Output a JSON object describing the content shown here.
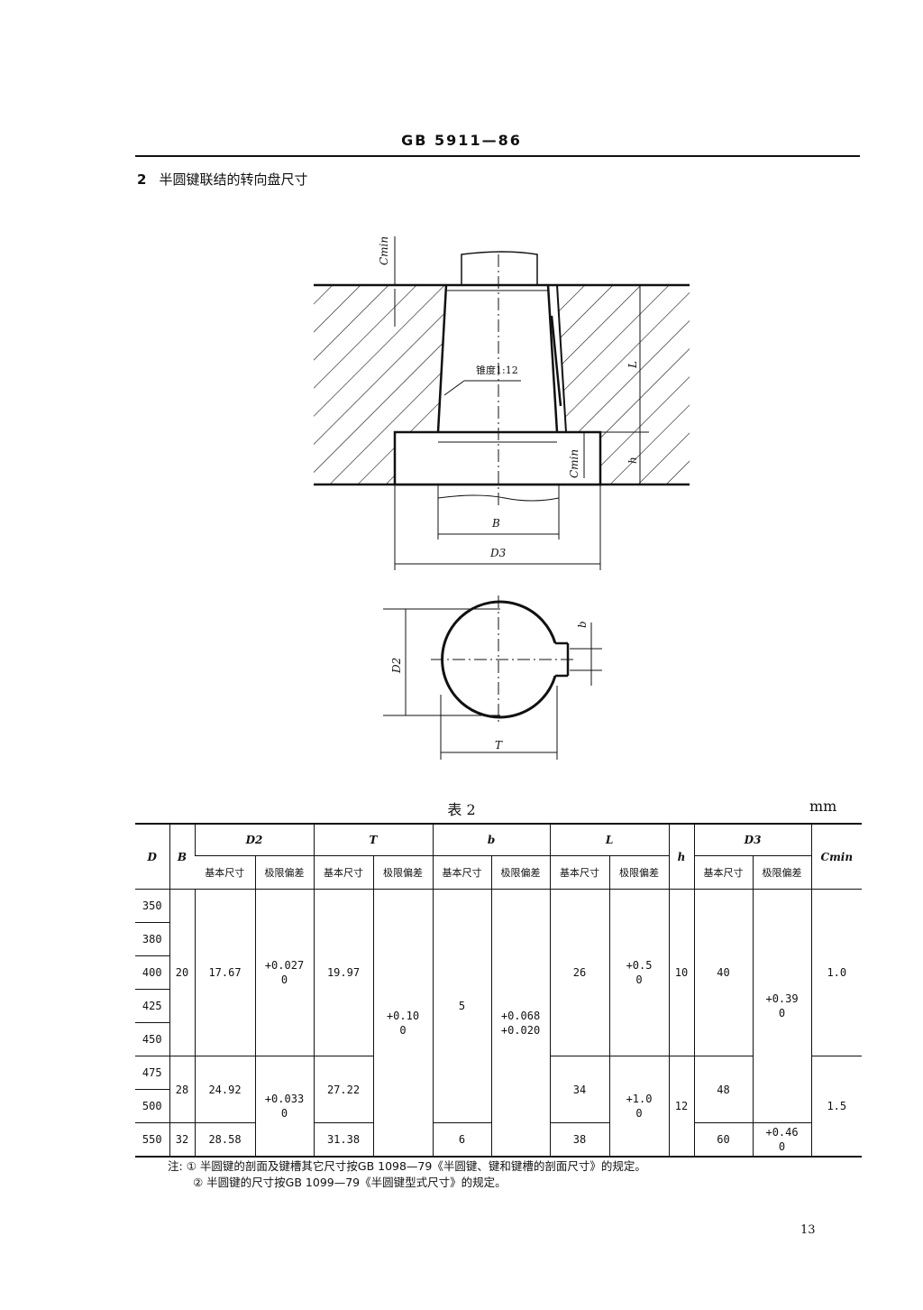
{
  "header": {
    "standard": "GB 5911—86"
  },
  "section": {
    "number": "2",
    "title": "半圆键联结的转向盘尺寸"
  },
  "figure": {
    "labels": {
      "cmin_top": "Cmin",
      "taper": "锥度1:12",
      "L": "L",
      "cmin_bottom": "Cmin",
      "h": "h",
      "B": "B",
      "D3": "D3",
      "D2": "D2",
      "b": "b",
      "T": "T"
    }
  },
  "table": {
    "caption": "表 2",
    "unit": "mm",
    "headers": {
      "D": "D",
      "B": "B",
      "D2": "D2",
      "T": "T",
      "b": "b",
      "L": "L",
      "h": "h",
      "D3": "D3",
      "Cmin": "Cmin",
      "basic": "基本尺寸",
      "tolerance": "极限偏差"
    },
    "D_values": [
      "350",
      "380",
      "400",
      "425",
      "450",
      "475",
      "500",
      "550"
    ],
    "group1": {
      "B": "20",
      "D2_basic": "17.67",
      "D2_tol_upper": "+0.027",
      "D2_tol_lower": "0",
      "T_basic": "19.97",
      "T_tol_upper": "+0.10",
      "T_tol_lower": "0",
      "b_basic": "5",
      "b_tol_upper": "+0.068",
      "b_tol_lower": "+0.020",
      "L_basic": "26",
      "L_tol_upper": "+0.5",
      "L_tol_lower": "0",
      "h": "10",
      "D3_basic": "40",
      "D3_tol_upper": "+0.39",
      "D3_tol_lower": "0",
      "Cmin": "1.0"
    },
    "group2": {
      "B": "28",
      "D2_basic": "24.92",
      "D2_tol_upper": "+0.033",
      "D2_tol_lower": "0",
      "T_basic": "27.22",
      "L_basic": "34",
      "L_tol_upper": "+1.0",
      "L_tol_lower": "0",
      "h": "12",
      "D3_basic": "48",
      "Cmin": "1.5"
    },
    "group3": {
      "B": "32",
      "D2_basic": "28.58",
      "T_basic": "31.38",
      "b_basic": "6",
      "L_basic": "38",
      "D3_basic": "60",
      "D3_tol_upper": "+0.46",
      "D3_tol_lower": "0"
    }
  },
  "notes": {
    "prefix": "注:",
    "items": [
      "① 半圆键的剖面及键槽其它尺寸按GB 1098—79《半圆键、键和键槽的剖面尺寸》的规定。",
      "② 半圆键的尺寸按GB 1099—79《半圆键型式尺寸》的规定。"
    ]
  },
  "page_number": "13"
}
